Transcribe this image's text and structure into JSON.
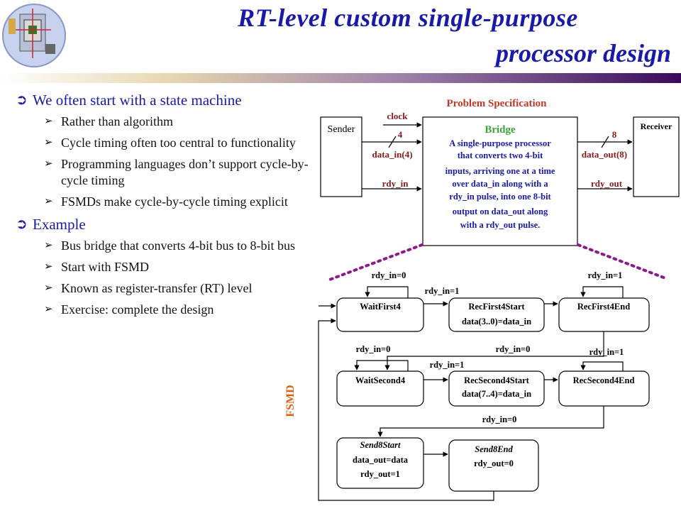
{
  "title": {
    "line1": "RT-level custom single-purpose",
    "line2": "processor design"
  },
  "bullets": [
    {
      "text": "We often start with a state machine",
      "sub": [
        "Rather than algorithm",
        "Cycle timing often too central to functionality",
        "Programming languages don’t support cycle-by-cycle timing",
        "FSMDs make cycle-by-cycle timing explicit"
      ]
    },
    {
      "text": "Example",
      "sub": [
        "Bus bridge that converts 4-bit bus to 8-bit bus",
        "Start with FSMD",
        "Known as register-transfer (RT) level",
        "Exercise: complete the design"
      ]
    }
  ],
  "spec": {
    "heading": "Problem Specification",
    "sender": "Sender",
    "receiver": "Receiver",
    "clock": "clock",
    "bus_in_width": "4",
    "data_in": "data_in(4)",
    "rdy_in": "rdy_in",
    "bus_out_width": "8",
    "data_out": "data_out(8)",
    "rdy_out": "rdy_out",
    "bridge_title": "Bridge",
    "bridge_desc": [
      "A single-purpose processor",
      "that converts two 4-bit",
      "inputs, arriving one at a time",
      "over data_in along with a",
      "rdy_in pulse, into one 8-bit",
      "output on data_out along",
      "with a rdy_out pulse."
    ]
  },
  "fsmd": {
    "label": "FSMD",
    "states": {
      "waitfirst4": "WaitFirst4",
      "recfirst4start_1": "RecFirst4Start",
      "recfirst4start_2": "data(3..0)=data_in",
      "recfirst4end": "RecFirst4End",
      "waitsecond4": "WaitSecond4",
      "recsecond4start_1": "RecSecond4Start",
      "recsecond4start_2": "data(7..4)=data_in",
      "recsecond4end": "RecSecond4End",
      "send8start_1": "Send8Start",
      "send8start_2": "data_out=data",
      "send8start_3": "rdy_out=1",
      "send8end_1": "Send8End",
      "send8end_2": "rdy_out=0"
    },
    "transitions": {
      "wf4_self": "rdy_in=0",
      "wf4_to_rf4s": "rdy_in=1",
      "rf4e_self": "rdy_in=1",
      "rf4e_to_ws4": "rdy_in=0",
      "ws4_self": "rdy_in=0",
      "ws4_to_rs4s": "rdy_in=1",
      "rs4e_self": "rdy_in=1",
      "rs4e_to_s8s": "rdy_in=0"
    }
  }
}
